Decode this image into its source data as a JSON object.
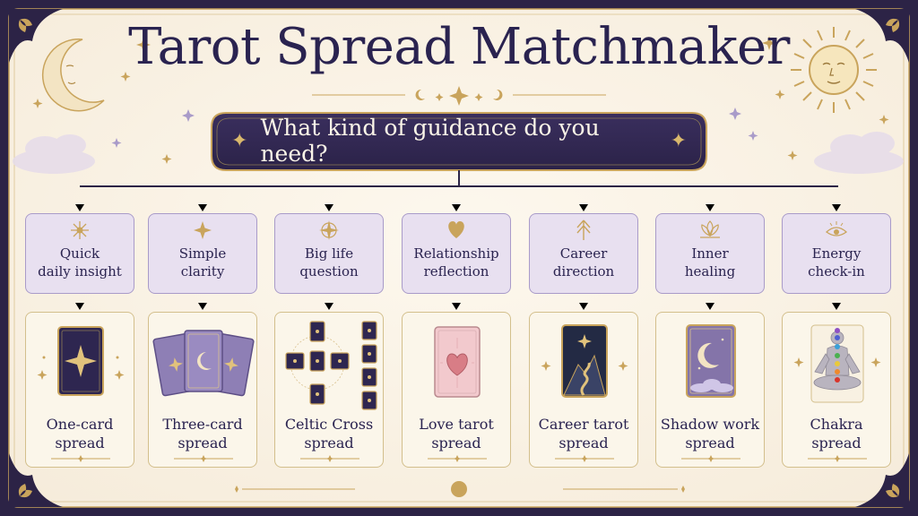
{
  "title": "Tarot Spread Matchmaker",
  "question": "What kind of guidance do you need?",
  "colors": {
    "navy": "#2c2346",
    "cream": "#fbf5e8",
    "gold": "#c9a45c",
    "lavender_box": "#e8e0f0",
    "lavender_border": "#a99bc9",
    "ink": "#2a2350"
  },
  "options": [
    {
      "need_line1": "Quick",
      "need_line2": "daily insight",
      "need_icon": "sunburst-icon",
      "spread_line1": "One-card",
      "spread_line2": "spread",
      "art": "single-card-star"
    },
    {
      "need_line1": "Simple",
      "need_line2": "clarity",
      "need_icon": "sparkle-icon",
      "spread_line1": "Three-card",
      "spread_line2": "spread",
      "art": "three-cards-moon"
    },
    {
      "need_line1": "Big life",
      "need_line2": "question",
      "need_icon": "compass-star-icon",
      "spread_line1": "Celtic Cross",
      "spread_line2": "spread",
      "art": "celtic-cross-layout"
    },
    {
      "need_line1": "Relationship",
      "need_line2": "reflection",
      "need_icon": "heart-icon",
      "spread_line1": "Love tarot",
      "spread_line2": "spread",
      "art": "pink-heart-card"
    },
    {
      "need_line1": "Career",
      "need_line2": "direction",
      "need_icon": "tree-arrow-icon",
      "spread_line1": "Career tarot",
      "spread_line2": "spread",
      "art": "mountain-path-card"
    },
    {
      "need_line1": "Inner",
      "need_line2": "healing",
      "need_icon": "lotus-icon",
      "spread_line1": "Shadow work",
      "spread_line2": "spread",
      "art": "crescent-moon-card"
    },
    {
      "need_line1": "Energy",
      "need_line2": "check-in",
      "need_icon": "eye-icon",
      "spread_line1": "Chakra",
      "spread_line2": "spread",
      "art": "meditating-chakra-figure"
    }
  ]
}
